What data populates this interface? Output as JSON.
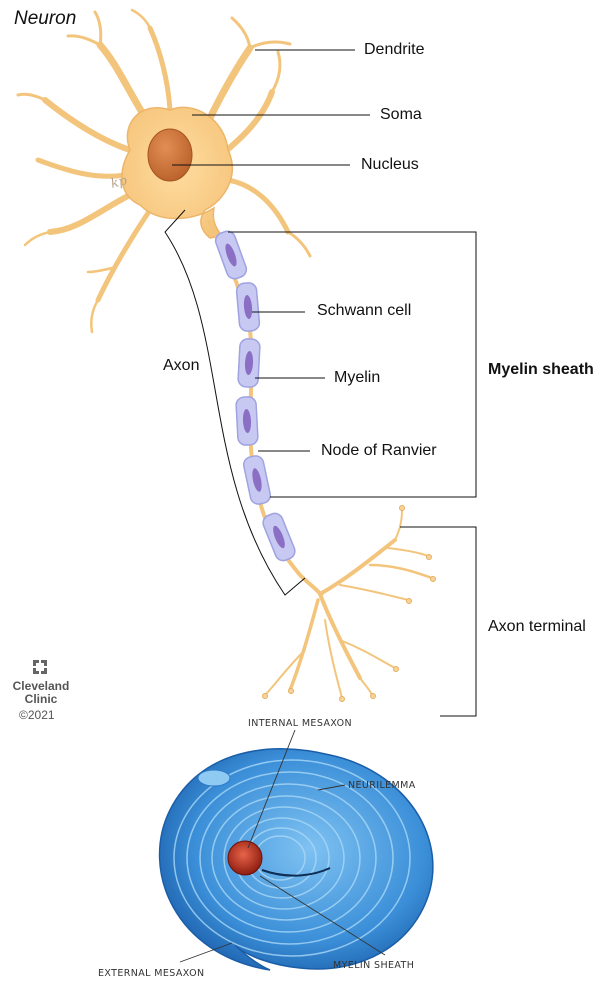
{
  "title": "Neuron",
  "labels": {
    "dendrite": "Dendrite",
    "soma": "Soma",
    "nucleus": "Nucleus",
    "schwann_cell": "Schwann cell",
    "myelin": "Myelin",
    "node_of_ranvier": "Node of Ranvier",
    "axon": "Axon",
    "myelin_sheath": "Myelin sheath",
    "axon_terminal": "Axon terminal"
  },
  "cross_section_labels": {
    "internal_mesaxon": "INTERNAL MESAXON",
    "neurilemma": "NEURILEMMA",
    "myelin_sheath": "MYELIN SHEATH",
    "external_mesaxon": "EXTERNAL MESAXON"
  },
  "logo": {
    "name_line1": "Cleveland",
    "name_line2": "Clinic",
    "year": "©2021",
    "artist_mark": "kp"
  },
  "colors": {
    "cell_fill": "#f8cf8a",
    "cell_stroke": "#e9b15f",
    "nucleus": "#c8733a",
    "schwann_fill": "#c7c9f2",
    "schwann_nucleus": "#8b6fc4",
    "sheath_blue": "#3f93da",
    "core_red": "#b8321d"
  }
}
